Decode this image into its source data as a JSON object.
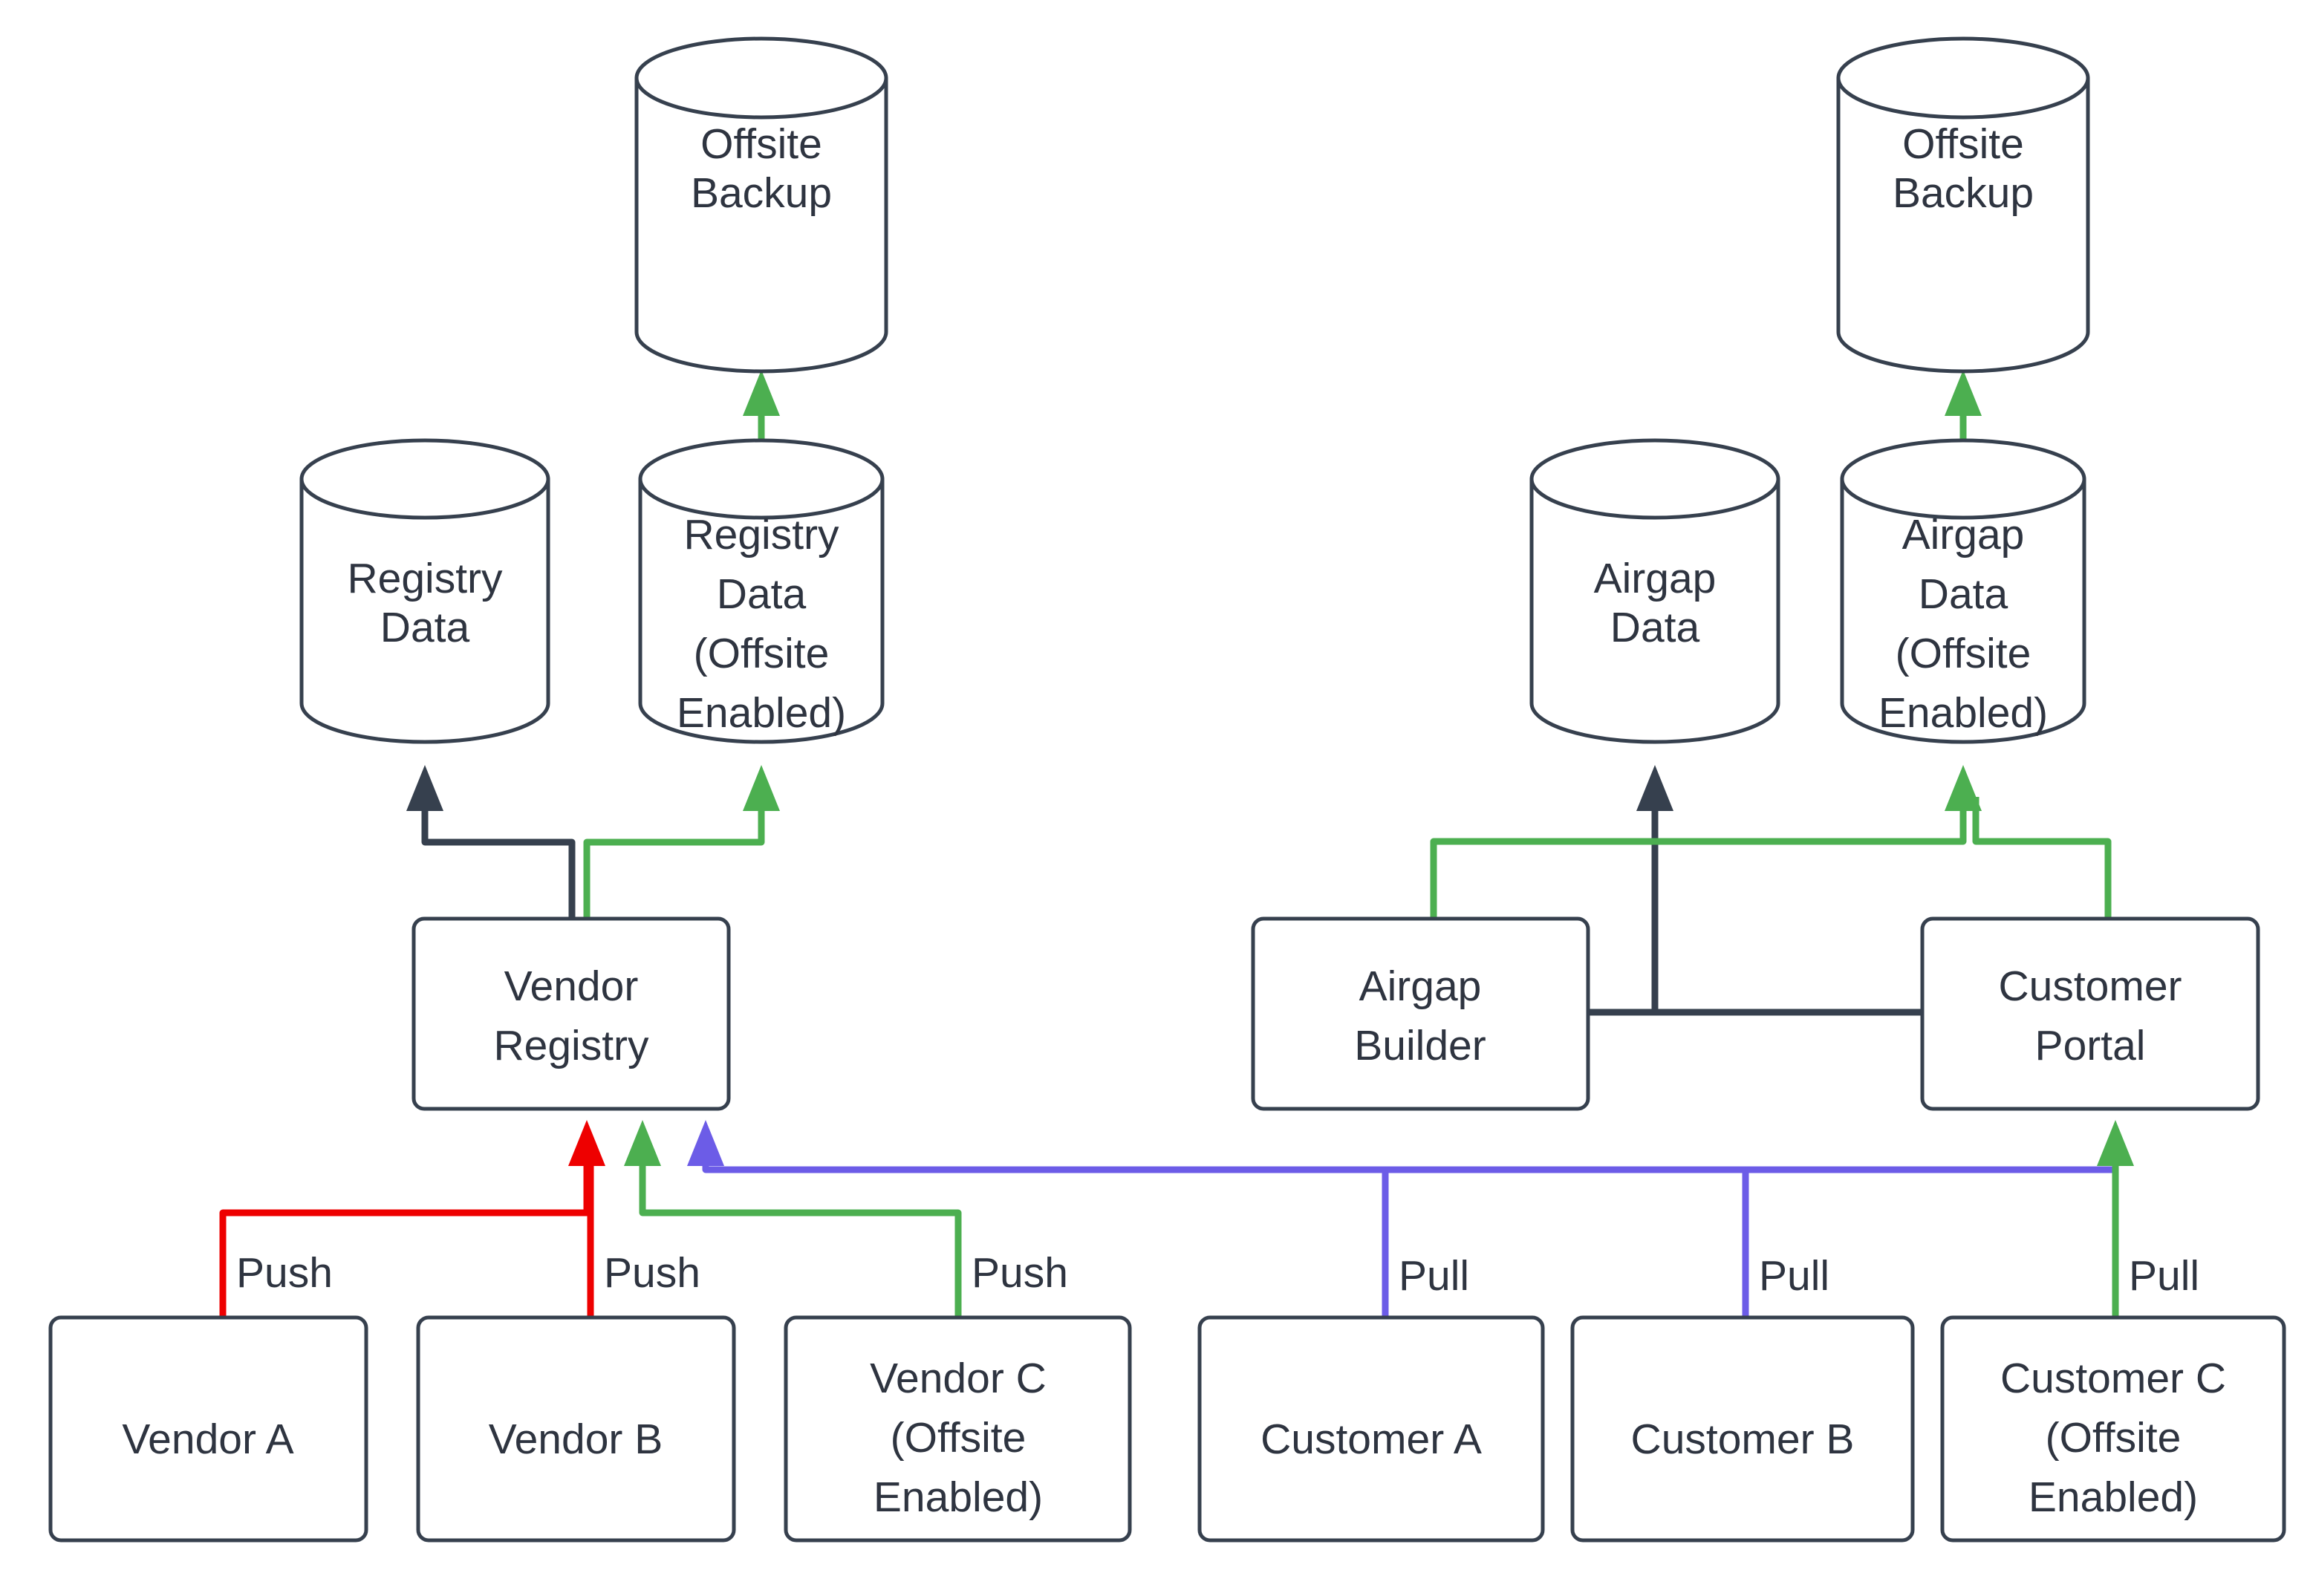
{
  "diagram": {
    "title": "Vendor Registry and Customer Airgap Replication Flow",
    "background_color": "#ffffff",
    "colors": {
      "node_stroke": "#36404e",
      "node_fill": "#ffffff",
      "text": "#2e3440",
      "edge_dark": "#36404e",
      "edge_green": "#4caf50",
      "edge_red": "#ee0000",
      "edge_blue": "#6c5ce7"
    }
  },
  "nodes": {
    "offsite_backup_left": {
      "label_line1": "Offsite",
      "label_line2": "Backup",
      "shape": "cylinder"
    },
    "registry_data": {
      "label_line1": "Registry",
      "label_line2": "Data",
      "shape": "cylinder"
    },
    "registry_data_offsite": {
      "label_line1": "Registry",
      "label_line2": "Data",
      "label_line3": "(Offsite",
      "label_line4": "Enabled)",
      "shape": "cylinder"
    },
    "vendor_registry": {
      "label_line1": "Vendor",
      "label_line2": "Registry",
      "shape": "box"
    },
    "vendor_a": {
      "label_line1": "Vendor A",
      "shape": "box"
    },
    "vendor_b": {
      "label_line1": "Vendor B",
      "shape": "box"
    },
    "vendor_c": {
      "label_line1": "Vendor C",
      "label_line2": "(Offsite",
      "label_line3": "Enabled)",
      "shape": "box"
    },
    "offsite_backup_right": {
      "label_line1": "Offsite",
      "label_line2": "Backup",
      "shape": "cylinder"
    },
    "airgap_data": {
      "label_line1": "Airgap",
      "label_line2": "Data",
      "shape": "cylinder"
    },
    "airgap_data_offsite": {
      "label_line1": "Airgap",
      "label_line2": "Data",
      "label_line3": "(Offsite",
      "label_line4": "Enabled)",
      "shape": "cylinder"
    },
    "airgap_builder": {
      "label_line1": "Airgap",
      "label_line2": "Builder",
      "shape": "box"
    },
    "customer_portal": {
      "label_line1": "Customer",
      "label_line2": "Portal",
      "shape": "box"
    },
    "customer_a": {
      "label_line1": "Customer A",
      "shape": "box"
    },
    "customer_b": {
      "label_line1": "Customer B",
      "shape": "box"
    },
    "customer_c": {
      "label_line1": "Customer C",
      "label_line2": "(Offsite",
      "label_line3": "Enabled)",
      "shape": "box"
    }
  },
  "edge_labels": {
    "vendor_a_push": "Push",
    "vendor_b_push": "Push",
    "vendor_c_push": "Push",
    "customer_a_pull": "Pull",
    "customer_b_pull": "Pull",
    "customer_c_pull": "Pull"
  },
  "edges": [
    {
      "from": "registry_data_offsite",
      "to": "offsite_backup_left",
      "color": "#4caf50",
      "label": ""
    },
    {
      "from": "vendor_registry",
      "to": "registry_data",
      "color": "#36404e",
      "label": ""
    },
    {
      "from": "vendor_registry",
      "to": "registry_data_offsite",
      "color": "#4caf50",
      "label": ""
    },
    {
      "from": "vendor_a",
      "to": "vendor_registry",
      "color": "#ee0000",
      "label": "Push"
    },
    {
      "from": "vendor_b",
      "to": "vendor_registry",
      "color": "#ee0000",
      "label": "Push"
    },
    {
      "from": "vendor_c",
      "to": "vendor_registry",
      "color": "#4caf50",
      "label": "Push"
    },
    {
      "from": "airgap_data_offsite",
      "to": "offsite_backup_right",
      "color": "#4caf50",
      "label": ""
    },
    {
      "from": "airgap_builder",
      "to": "airgap_data",
      "color": "#36404e",
      "label": ""
    },
    {
      "from": "airgap_builder",
      "to": "airgap_data_offsite",
      "color": "#4caf50",
      "label": ""
    },
    {
      "from": "customer_portal",
      "to": "airgap_data",
      "color": "#36404e",
      "label": ""
    },
    {
      "from": "customer_portal",
      "to": "airgap_data_offsite",
      "color": "#4caf50",
      "label": ""
    },
    {
      "from": "customer_a",
      "to": "vendor_registry",
      "color": "#6c5ce7",
      "label": "Pull"
    },
    {
      "from": "customer_b",
      "to": "vendor_registry",
      "color": "#6c5ce7",
      "label": "Pull"
    },
    {
      "from": "customer_c",
      "to": "customer_portal",
      "color": "#4caf50",
      "label": "Pull"
    }
  ]
}
